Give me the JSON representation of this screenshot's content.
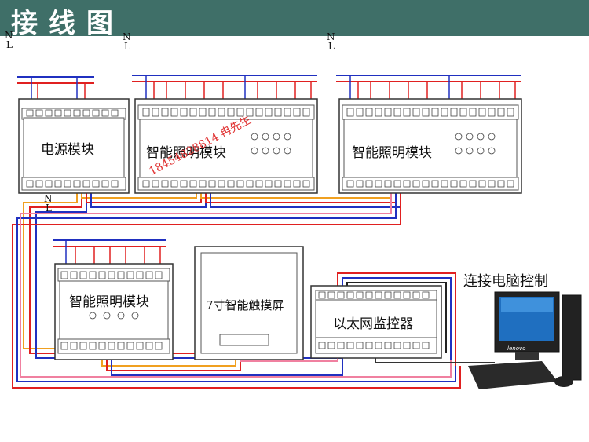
{
  "header": {
    "title": "接线图"
  },
  "supply": {
    "n": "N",
    "l": "L"
  },
  "modules": {
    "power": "电源模块",
    "lighting1": "智能照明模块",
    "lighting2": "智能照明模块",
    "lighting3": "智能照明模块",
    "touchscreen": "7寸智能触摸屏",
    "ethernet": "以太网监控器"
  },
  "pc_label": "连接电脑控制",
  "watermark": "18454828814 冉先生",
  "monitor_brand": "lenovo",
  "colors": {
    "header_bg": "#3f6f68",
    "live": "#e02020",
    "neutral": "#2030c0",
    "bus_orange": "#f0a020",
    "bus_pink": "#f080a0",
    "watermark": "#e03030"
  }
}
